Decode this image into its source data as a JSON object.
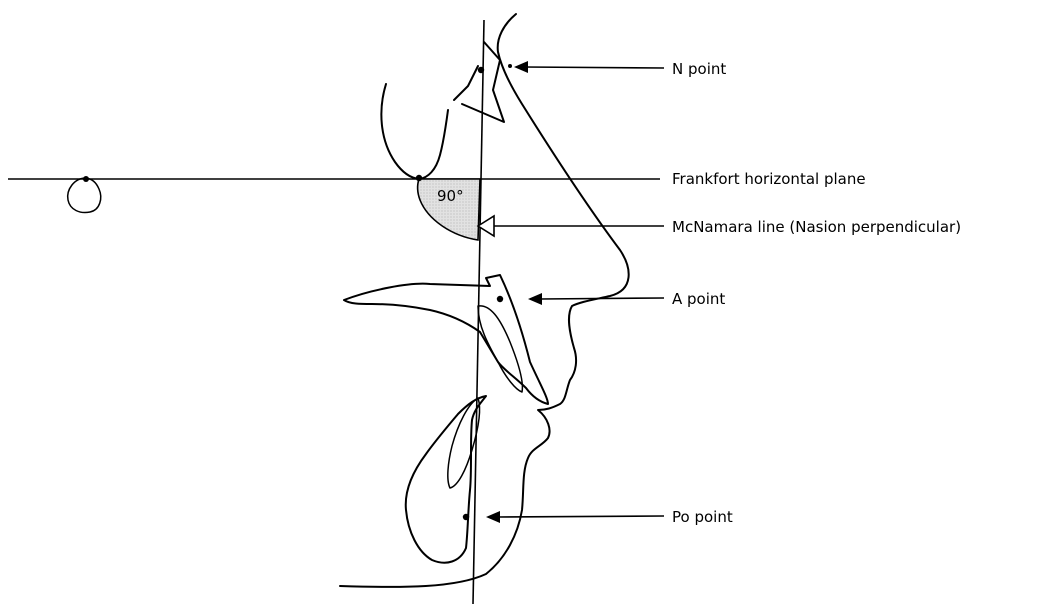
{
  "labels": {
    "n_point": "N point",
    "frankfort": "Frankfort horizontal plane",
    "mcnamara": "McNamara line (Nasion perpendicular)",
    "a_point": "A point",
    "po_point": "Po point",
    "angle": "90°"
  },
  "colors": {
    "line": "#000000",
    "angle_fill": "#d9d9d9",
    "background": "#ffffff"
  }
}
